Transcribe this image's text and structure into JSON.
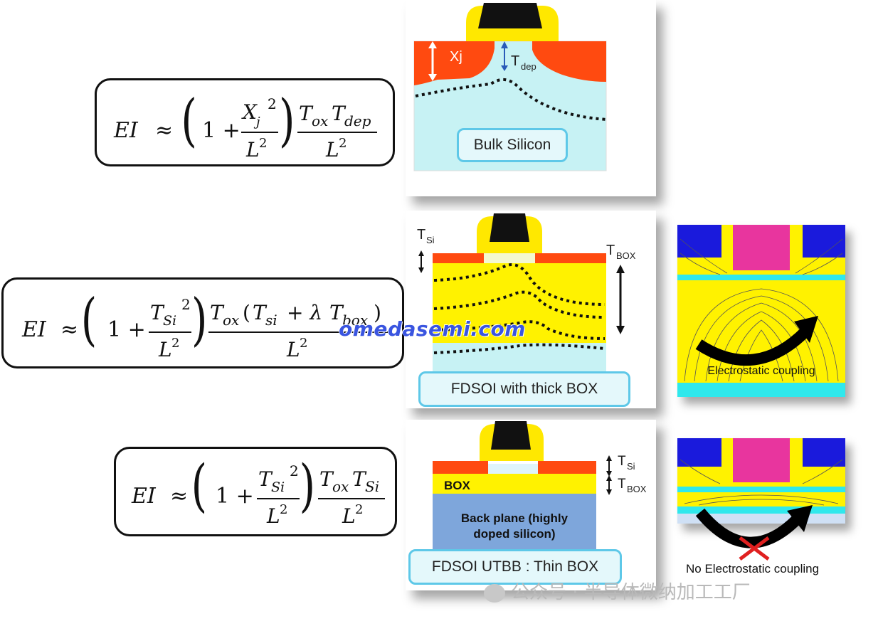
{
  "equations": {
    "bulk": {
      "lhs": "EI",
      "approx": "≈",
      "one_plus": "1 +",
      "num_var": "X",
      "num_sub": "j",
      "sup": "2",
      "den": "L",
      "den_sup": "2",
      "tox": "T",
      "tox_sub": "ox",
      "t2": "T",
      "t2_sub": "dep",
      "rden": "L",
      "rden_sup": "2"
    },
    "thick": {
      "lhs": "EI",
      "approx": "≈",
      "one_plus": "1 +",
      "num_var": "T",
      "num_sub": "Si",
      "sup": "2",
      "den": "L",
      "den_sup": "2",
      "tox": "T",
      "tox_sub": "ox",
      "paren_open": "(",
      "tsi": "T",
      "tsi_sub": "si",
      "plus_lambda": "+ λ",
      "tbox": "T",
      "tbox_sub": "box",
      "paren_close": ")",
      "rden": "L",
      "rden_sup": "2"
    },
    "thin": {
      "lhs": "EI",
      "approx": "≈",
      "one_plus": "1 +",
      "num_var": "T",
      "num_sub": "Si",
      "sup": "2",
      "den": "L",
      "den_sup": "2",
      "tox": "T",
      "tox_sub": "ox",
      "t2": "T",
      "t2_sub": "Si",
      "rden": "L",
      "rden_sup": "2"
    }
  },
  "bulk_panel": {
    "xj_label": "Xj",
    "tdep_label": "T",
    "tdep_sub": "dep",
    "caption": "Bulk Silicon"
  },
  "thick_panel": {
    "tsi_label": "T",
    "tsi_sub": "Si",
    "tbox_label": "T",
    "tbox_sub": "BOX",
    "caption": "FDSOI with thick BOX"
  },
  "thin_panel": {
    "box_label": "BOX",
    "backplane_line1": "Back plane (highly",
    "backplane_line2": "doped silicon)",
    "tsi_label": "T",
    "tsi_sub": "Si",
    "tbox_label": "T",
    "tbox_sub": "BOX",
    "caption": "FDSOI UTBB : Thin BOX"
  },
  "sim_top": {
    "caption": "Electrostatic coupling"
  },
  "sim_bottom": {
    "caption": "No Electrostatic coupling"
  },
  "watermark": "omedasemi.com",
  "wechat": "公众号 · 半导体微纳加工工厂",
  "colors": {
    "gate": "#111111",
    "spacer": "#ffe800",
    "source_drain": "#ff4a10",
    "silicon": "#c7f2f4",
    "box_yellow": "#fff200",
    "backplane": "#7ea6db",
    "sim_blue": "#1a1adc",
    "sim_magenta": "#e8359e",
    "sim_cyan": "#2fe8ec"
  }
}
